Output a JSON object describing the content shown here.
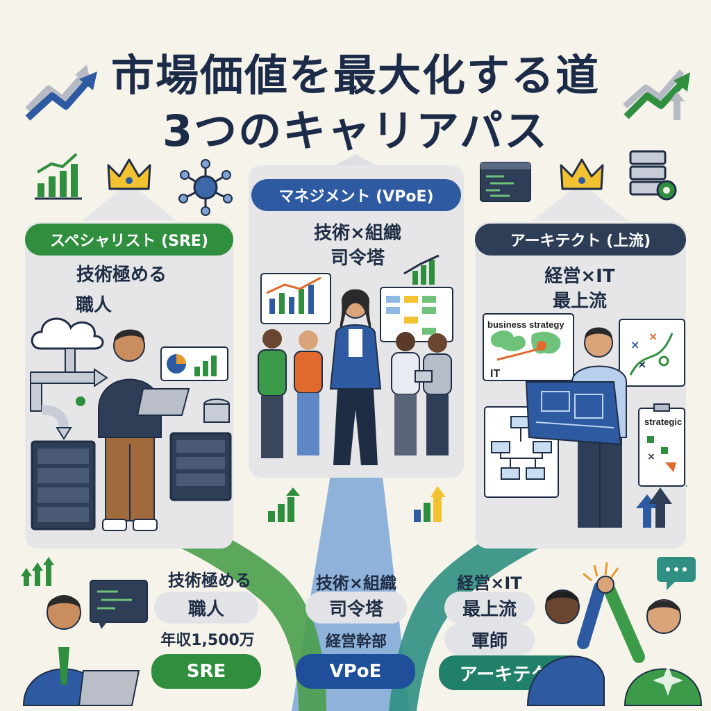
{
  "title": {
    "line1": "市場価値を最大化する道",
    "line2": "3つのキャリアパス"
  },
  "paths": {
    "left": {
      "label": "スペシャリスト (SRE)",
      "caption_line1": "技術極める",
      "caption_line2": "職人"
    },
    "middle": {
      "label": "マネジメント (VPoE)",
      "caption_line1": "技術×組織",
      "caption_line2": "司令塔"
    },
    "right": {
      "label": "アーキテクト (上流)",
      "caption_line1": "経営×IT",
      "caption_line2": "最上流"
    }
  },
  "illustration_labels": {
    "business_strategy": "business strategy",
    "it": "IT",
    "strategic": "strategic"
  },
  "bottom": {
    "left": {
      "line1": "技術極める",
      "chip1": "職人",
      "line2": "年収1,500万",
      "role": "SRE"
    },
    "middle": {
      "line1": "技術×組織",
      "chip1": "司令塔",
      "line2": "経営幹部",
      "role": "VPoE"
    },
    "right": {
      "line1": "経営×IT",
      "chip1": "最上流",
      "chip2": "軍師",
      "role": "アーキテクト"
    }
  },
  "colors": {
    "background": "#f6f3ea",
    "green": "#2f8f3e",
    "blue": "#2d5aa0",
    "navy": "#2e3e57",
    "teal": "#21806a",
    "panel": "#e6e6e8"
  },
  "icons": [
    "trend-arrow-icon",
    "crown-icon",
    "network-hub-icon",
    "code-window-icon",
    "server-gear-icon",
    "chat-bubble-icon",
    "cloud-icon",
    "bar-chart-icon"
  ]
}
